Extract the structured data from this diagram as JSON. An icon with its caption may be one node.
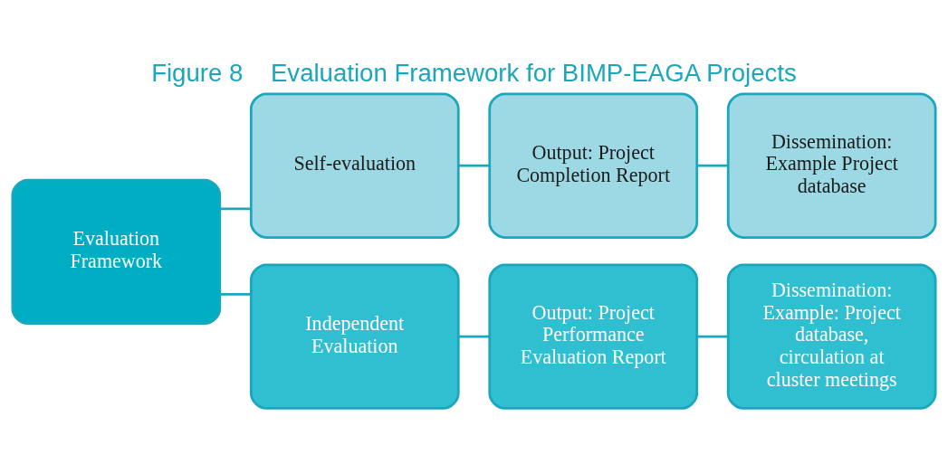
{
  "diagram": {
    "title": "Figure 8    Evaluation Framework for BIMP-EAGA Projects",
    "nodes": [
      {
        "text": [
          "Evaluation Framework"
        ]
      },
      {
        "text": [
          "Self-evaluation"
        ]
      },
      {
        "text": [
          "Output: Project Completion Report"
        ]
      },
      {
        "text": [
          "Dissemination: Example Project database"
        ]
      },
      {
        "text": [
          "Independent Evaluation"
        ]
      },
      {
        "text": [
          "Output: Project Performance Evaluation Report"
        ]
      },
      {
        "text": [
          "Dissemination: Example: Project database, circulation at cluster meetings"
        ]
      }
    ],
    "edges": [
      {
        "from": 0,
        "to": 1,
        "arrow": "none"
      },
      {
        "from": 0,
        "to": 4,
        "arrow": "none"
      },
      {
        "from": 1,
        "to": 2,
        "arrow": "none"
      },
      {
        "from": 2,
        "to": 3,
        "arrow": "none"
      },
      {
        "from": 4,
        "to": 5,
        "arrow": "none"
      },
      {
        "from": 5,
        "to": 6,
        "arrow": "none"
      }
    ]
  }
}
